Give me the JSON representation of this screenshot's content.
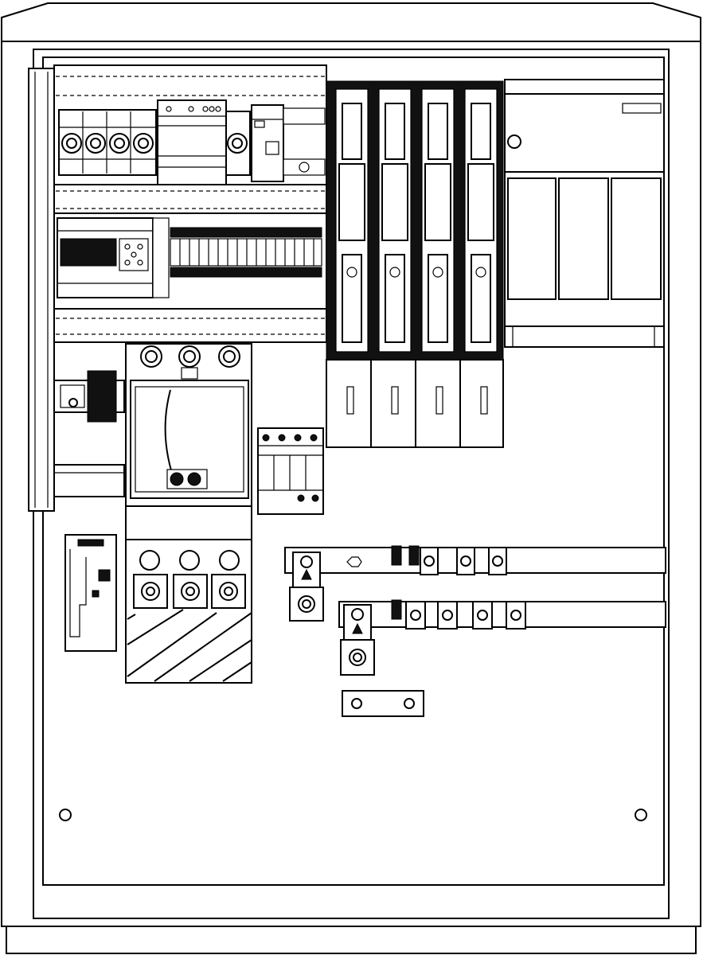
{
  "diagram": {
    "kind": "enclosure-layout",
    "line_color": "#000000",
    "fill_color": "#ffffff",
    "fuse_switch_count": 4,
    "hinge_count": 2,
    "cable_lug_count": 5,
    "mcb_module_count": 4,
    "breaker_terminal_count": 3
  }
}
